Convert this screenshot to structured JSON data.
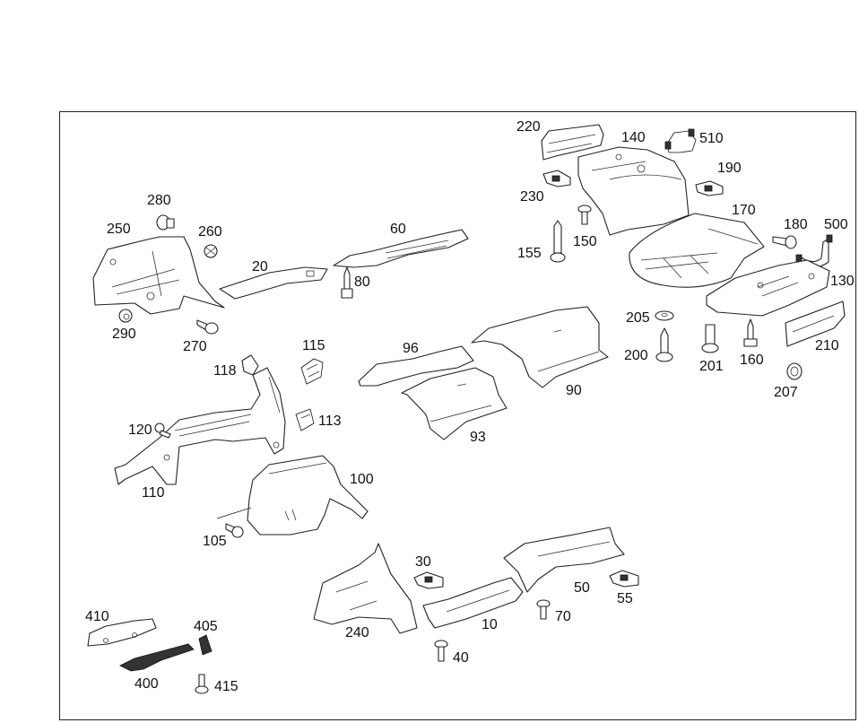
{
  "diagram": {
    "type": "exploded-parts-view",
    "subject": "underbody heat shields and fasteners",
    "callouts": [
      {
        "id": "c220",
        "label": "220",
        "part": "heat-shield-bracket"
      },
      {
        "id": "c140",
        "label": "140",
        "part": "rear-heat-shield"
      },
      {
        "id": "c510",
        "label": "510",
        "part": "sensor-bracket"
      },
      {
        "id": "c190",
        "label": "190",
        "part": "clip-nut"
      },
      {
        "id": "c230",
        "label": "230",
        "part": "clip-nut"
      },
      {
        "id": "c170",
        "label": "170",
        "part": "spare-wheel-well-shield"
      },
      {
        "id": "c150",
        "label": "150",
        "part": "plastic-rivet"
      },
      {
        "id": "c155",
        "label": "155",
        "part": "screw"
      },
      {
        "id": "c180",
        "label": "180",
        "part": "screw"
      },
      {
        "id": "c500",
        "label": "500",
        "part": "wiring-bracket"
      },
      {
        "id": "c130",
        "label": "130",
        "part": "heat-shield"
      },
      {
        "id": "c210",
        "label": "210",
        "part": "side-heat-shield"
      },
      {
        "id": "c205",
        "label": "205",
        "part": "washer"
      },
      {
        "id": "c200",
        "label": "200",
        "part": "screw"
      },
      {
        "id": "c201",
        "label": "201",
        "part": "bolt"
      },
      {
        "id": "c160",
        "label": "160",
        "part": "screw"
      },
      {
        "id": "c207",
        "label": "207",
        "part": "grommet"
      },
      {
        "id": "c280",
        "label": "280",
        "part": "bolt"
      },
      {
        "id": "c250",
        "label": "250",
        "part": "front-heat-shield"
      },
      {
        "id": "c260",
        "label": "260",
        "part": "clip"
      },
      {
        "id": "c20",
        "label": "20",
        "part": "tunnel-heat-shield"
      },
      {
        "id": "c60",
        "label": "60",
        "part": "tunnel-heat-shield"
      },
      {
        "id": "c80",
        "label": "80",
        "part": "screw"
      },
      {
        "id": "c290",
        "label": "290",
        "part": "nut"
      },
      {
        "id": "c270",
        "label": "270",
        "part": "screw"
      },
      {
        "id": "c115",
        "label": "115",
        "part": "clip"
      },
      {
        "id": "c118",
        "label": "118",
        "part": "clip"
      },
      {
        "id": "c96",
        "label": "96",
        "part": "heat-shield"
      },
      {
        "id": "c90",
        "label": "90",
        "part": "heat-shield"
      },
      {
        "id": "c93",
        "label": "93",
        "part": "heat-shield"
      },
      {
        "id": "c120",
        "label": "120",
        "part": "bolt"
      },
      {
        "id": "c113",
        "label": "113",
        "part": "clip"
      },
      {
        "id": "c110",
        "label": "110",
        "part": "bracket"
      },
      {
        "id": "c100",
        "label": "100",
        "part": "turbo-heat-shield"
      },
      {
        "id": "c105",
        "label": "105",
        "part": "bolt"
      },
      {
        "id": "c30",
        "label": "30",
        "part": "clip-nut"
      },
      {
        "id": "c50",
        "label": "50",
        "part": "heat-shield"
      },
      {
        "id": "c55",
        "label": "55",
        "part": "clip-nut"
      },
      {
        "id": "c70",
        "label": "70",
        "part": "plastic-rivet"
      },
      {
        "id": "c10",
        "label": "10",
        "part": "heat-shield"
      },
      {
        "id": "c240",
        "label": "240",
        "part": "heat-shield"
      },
      {
        "id": "c40",
        "label": "40",
        "part": "plastic-rivet"
      },
      {
        "id": "c410",
        "label": "410",
        "part": "heat-shield"
      },
      {
        "id": "c405",
        "label": "405",
        "part": "clip"
      },
      {
        "id": "c400",
        "label": "400",
        "part": "bracket"
      },
      {
        "id": "c415",
        "label": "415",
        "part": "bolt"
      }
    ]
  },
  "colors": {
    "line": "#222222",
    "background": "#ffffff"
  }
}
